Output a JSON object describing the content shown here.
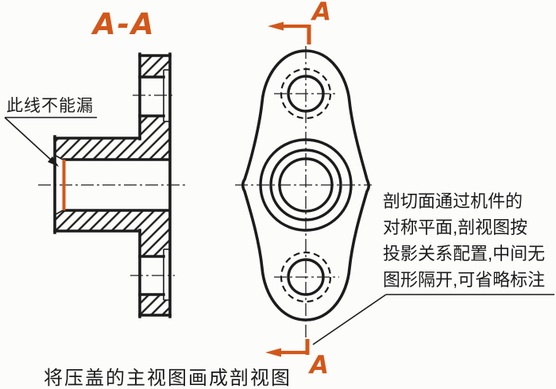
{
  "drawing": {
    "section_label": "A-A",
    "cut_arrow_top_label": "A",
    "cut_arrow_bottom_label": "A",
    "annotation_left": "此线不能漏",
    "note_lines": [
      "剖切面通过机件的",
      "对称平面,剖视图按",
      "投影关系配置,中间无",
      "图形隔开,可省略标注"
    ],
    "caption": "将压盖的主视图画成剖视图",
    "colors": {
      "accent": "#d2571a",
      "line": "#1c1c1c",
      "background": "#fcfcfa"
    }
  }
}
